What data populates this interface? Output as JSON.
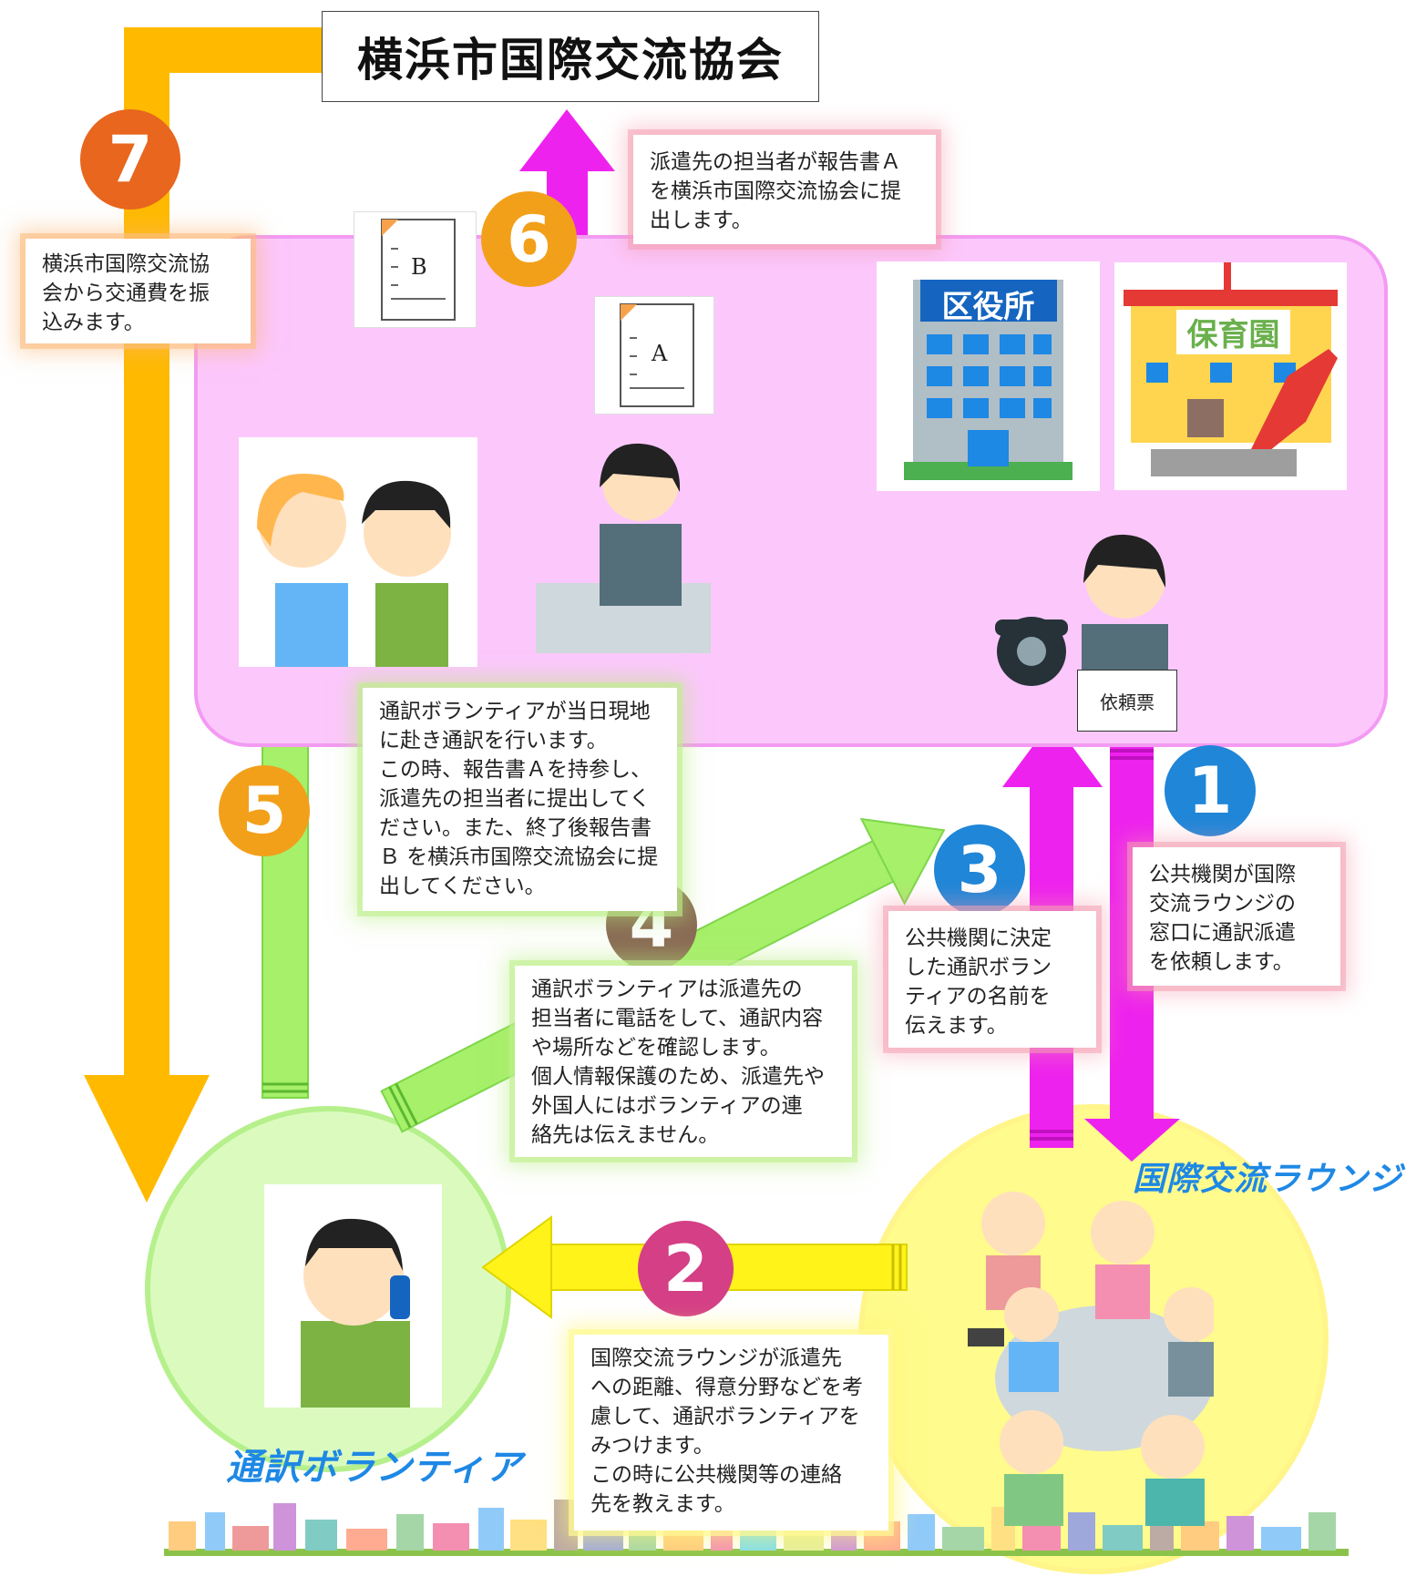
{
  "header": {
    "title": "横浜市国際交流協会"
  },
  "steps": [
    {
      "num": "1",
      "text": "公共機関が国際\n交流ラウンジの\n窓口に通訳派遣\nを依頼します。",
      "color": "#1f86d8"
    },
    {
      "num": "2",
      "text": "国際交流ラウンジが派遣先\nへの距離、得意分野などを考\n慮して、通訳ボランティアを\nみつけます。\nこの時に公共機関等の連絡\n先を教えます。",
      "color": "#d43f86"
    },
    {
      "num": "3",
      "text": "公共機関に決定\nした通訳ボラン\nティアの名前を\n伝えます。",
      "color": "#1f86d8"
    },
    {
      "num": "4",
      "text": "通訳ボランティアは派遣先の\n担当者に電話をして、通訳内容\nや場所などを確認します。\n個人情報保護のため、派遣先や\n外国人にはボランティアの連\n絡先は伝えません。",
      "color": "#8a6a55"
    },
    {
      "num": "5",
      "text": "通訳ボランティアが当日現地\nに赴き通訳を行います。\nこの時、報告書Ａを持参し、\n派遣先の担当者に提出してく\nださい。また、終了後報告書\nＢ を横浜市国際交流協会に提\n出してください。",
      "color": "#f2a01a"
    },
    {
      "num": "6",
      "text": "派遣先の担当者が報告書Ａ\nを横浜市国際交流協会に提\n出します。",
      "color": "#f2a01a"
    },
    {
      "num": "7",
      "text": "横浜市国際交流協\n会から交通費を振\n込みます。",
      "color": "#e8661e"
    }
  ],
  "forms": {
    "a": "A",
    "b": "B"
  },
  "request_slip": "依頼票",
  "buildings": {
    "ward_office": "区役所",
    "nursery": "保育園"
  },
  "labels": {
    "lounge": "国際交流ラウンジ",
    "volunteer": "通訳ボランティア"
  },
  "colors": {
    "orange": "#ffba00",
    "magenta": "#ee22ee",
    "green": "#a6f06a",
    "yellow": "#fff31a",
    "pink_region": "#fcc8fc"
  }
}
